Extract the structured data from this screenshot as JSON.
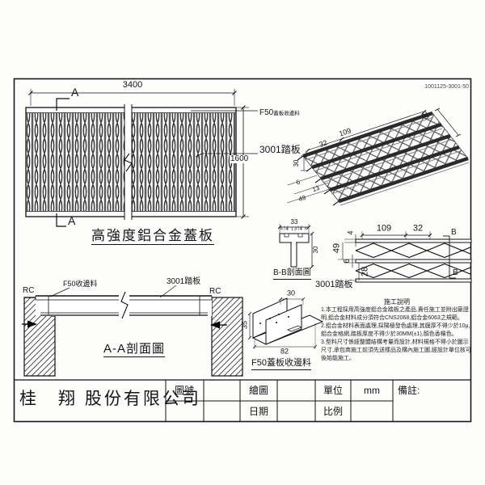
{
  "header": {
    "drawing_number": "1001125-3001-50"
  },
  "plan": {
    "title": "高強度鋁合金蓋板",
    "dim_width": "3400",
    "dim_height": "1600",
    "marker": "A",
    "edge_label_code": "F50",
    "edge_label_text": "蓋板收邊料",
    "tread_label": "3001踏板"
  },
  "iso": {
    "d109": "109",
    "d32": "32",
    "d28": "28",
    "d30": "30",
    "d6": "6",
    "d13": "13",
    "d49": "49"
  },
  "bb": {
    "title": "B-B剖面圖",
    "d33": "33",
    "dsub": "6 4 13 4 6",
    "d30": "30"
  },
  "tread": {
    "title": "3001踏板",
    "d109": "109",
    "d32": "32",
    "d4": "4",
    "d49": "49",
    "d6": "6",
    "d28": "28",
    "marker": "B"
  },
  "aa": {
    "title": "A-A剖面圖",
    "rc": "RC",
    "edge_label": "F50收邊料",
    "tread_label": "3001踏板"
  },
  "edge": {
    "title": "F50蓋板收邊料",
    "d30": "30",
    "d35": "35",
    "d82": "82"
  },
  "notes": {
    "title": "施工說明",
    "items": [
      "1.本工程採用高強度鋁合金踏板之產品,責任施工並附出廠證明,鋁合金材料成分須符合CNS2068,鋁合金6063之規範。",
      "2.鋁合金材料表面處理,採陽極發色處理,其膜厚不得少於10μ,鋁合金格網,踏板厚度不得少於30MM(±1),顏色香檳色。",
      "3.型料尺寸係經整體結構考量而設計,材料規格不得小於圖示尺寸,承包商施工前須先送樣品及構內施工圖,經設計單位核可後始能施工。"
    ]
  },
  "titleblock": {
    "company": "桂　翔 股份有限公司",
    "no_label": "圖號",
    "draw_label": "繪圖",
    "date_label": "日期",
    "unit_label": "單位",
    "unit_value": "mm",
    "scale_label": "比例",
    "remarks_label": "備註:"
  }
}
